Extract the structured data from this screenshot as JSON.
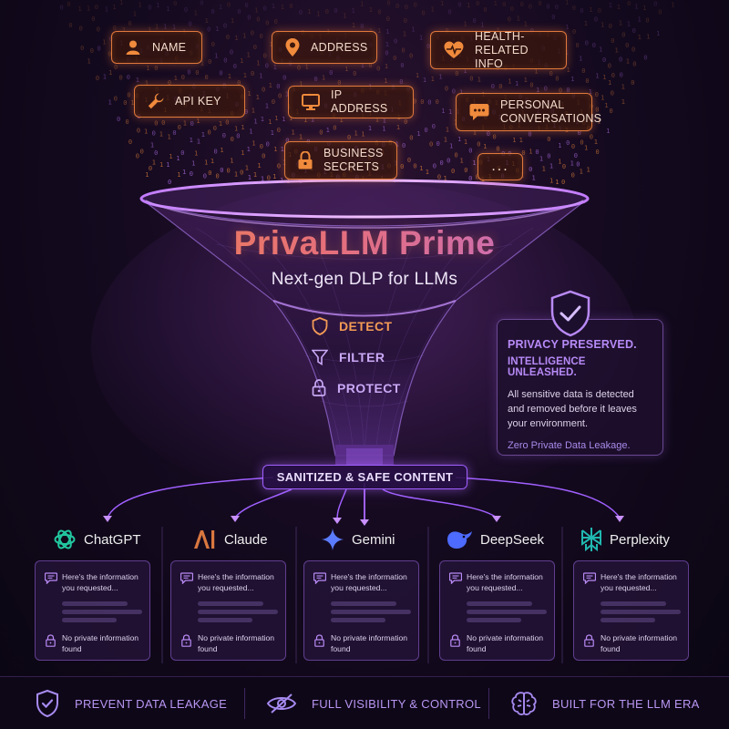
{
  "data_tags": [
    {
      "label_lines": [
        "Name"
      ],
      "icon": "person-icon"
    },
    {
      "label_lines": [
        "Address"
      ],
      "icon": "location-pin-icon"
    },
    {
      "label_lines": [
        "Health-",
        "Related Info"
      ],
      "icon": "heart-pulse-icon"
    },
    {
      "label_lines": [
        "API Key"
      ],
      "icon": "wrench-icon"
    },
    {
      "label_lines": [
        "IP Address"
      ],
      "icon": "monitor-icon"
    },
    {
      "label_lines": [
        "Personal",
        "Conversations"
      ],
      "icon": "chat-bubble-icon"
    },
    {
      "label_lines": [
        "Business",
        "Secrets"
      ],
      "icon": "lock-icon"
    },
    {
      "label_lines": [
        "..."
      ],
      "icon": ""
    }
  ],
  "hero": {
    "title": "PrivaLLM Prime",
    "subtitle": "Next-gen DLP for LLMs"
  },
  "actions": [
    {
      "label": "DETECT",
      "icon": "shield-outline-icon"
    },
    {
      "label": "FILTER",
      "icon": "filter-funnel-icon"
    },
    {
      "label": "PROTECT",
      "icon": "padlock-icon"
    }
  ],
  "privacy_card": {
    "icon": "shield-check-icon",
    "headline": "PRIVACY PRESERVED.",
    "subheadline": "INTELLIGENCE UNLEASHED.",
    "body": "All sensitive data is detected and removed before it leaves your environment.",
    "footer": "Zero Private Data Leakage."
  },
  "sanitized_label": "SANITIZED & SAFE CONTENT",
  "llms": [
    {
      "name": "ChatGPT",
      "icon": "chatgpt-logo-icon",
      "message": "Here's the information you requested...",
      "note": "No private information found"
    },
    {
      "name": "Claude",
      "icon": "claude-logo-icon",
      "message": "Here's the information you requested...",
      "note": "No private information found"
    },
    {
      "name": "Gemini",
      "icon": "gemini-logo-icon",
      "message": "Here's the information you requested...",
      "note": "No private information found"
    },
    {
      "name": "DeepSeek",
      "icon": "deepseek-logo-icon",
      "message": "Here's the information you requested...",
      "note": "No private information found"
    },
    {
      "name": "Perplexity",
      "icon": "perplexity-logo-icon",
      "message": "Here's the information you requested...",
      "note": "No private information found"
    }
  ],
  "features": [
    {
      "label": "PREVENT DATA LEAKAGE",
      "icon": "shield-check-icon"
    },
    {
      "label": "FULL VISIBILITY & CONTROL",
      "icon": "eye-slash-icon"
    },
    {
      "label": "BUILT FOR THE LLM ERA",
      "icon": "brain-icon"
    }
  ],
  "colors": {
    "accent_orange": "#e0793c",
    "accent_purple": "#a060ff",
    "background": "#0b0714"
  }
}
